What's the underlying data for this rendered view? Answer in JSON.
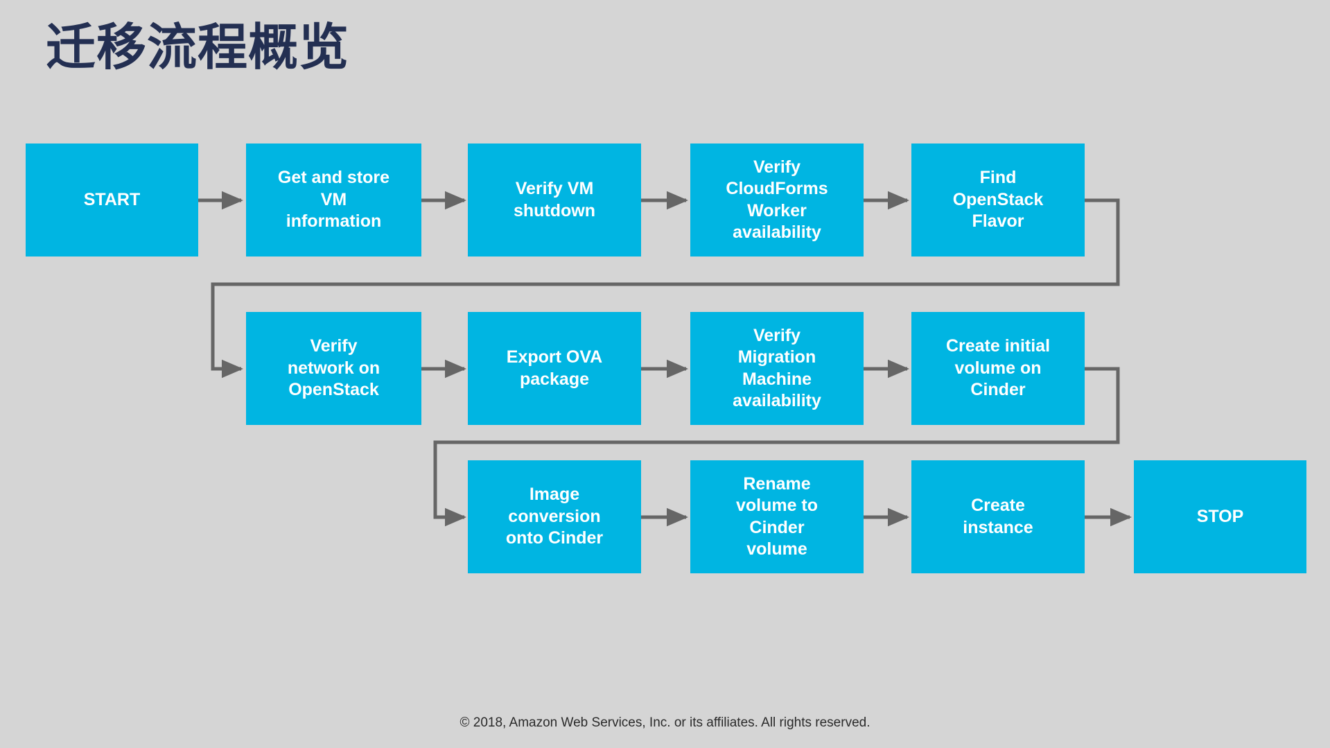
{
  "slide": {
    "title": "迁移流程概览",
    "background_color": "#d5d5d5",
    "title_color": "#232f52",
    "node_color": "#00b5e2",
    "node_text_color": "#ffffff",
    "connector_color": "#666666",
    "footer": "© 2018, Amazon Web Services, Inc. or its affiliates. All rights reserved."
  },
  "chart_data": {
    "type": "diagram",
    "title": "迁移流程概览",
    "diagram_kind": "flowchart",
    "flow_direction": "serpentine left-to-right, three rows",
    "nodes": [
      {
        "id": "n1",
        "label": "START",
        "row": 1,
        "col": 1
      },
      {
        "id": "n2",
        "label": "Get and store\nVM\ninformation",
        "row": 1,
        "col": 2
      },
      {
        "id": "n3",
        "label": "Verify VM\nshutdown",
        "row": 1,
        "col": 3
      },
      {
        "id": "n4",
        "label": "Verify\nCloudForms\nWorker\navailability",
        "row": 1,
        "col": 4
      },
      {
        "id": "n5",
        "label": "Find\nOpenStack\nFlavor",
        "row": 1,
        "col": 5
      },
      {
        "id": "n6",
        "label": "Verify\nnetwork on\nOpenStack",
        "row": 2,
        "col": 2
      },
      {
        "id": "n7",
        "label": "Export OVA\npackage",
        "row": 2,
        "col": 3
      },
      {
        "id": "n8",
        "label": "Verify\nMigration\nMachine\navailability",
        "row": 2,
        "col": 4
      },
      {
        "id": "n9",
        "label": "Create initial\nvolume on\nCinder",
        "row": 2,
        "col": 5
      },
      {
        "id": "n10",
        "label": "Image\nconversion\nonto Cinder",
        "row": 3,
        "col": 3
      },
      {
        "id": "n11",
        "label": "Rename\nvolume to\nCinder\nvolume",
        "row": 3,
        "col": 4
      },
      {
        "id": "n12",
        "label": "Create\ninstance",
        "row": 3,
        "col": 5
      },
      {
        "id": "n13",
        "label": "STOP",
        "row": 3,
        "col": 6
      }
    ],
    "edges": [
      {
        "from": "n1",
        "to": "n2",
        "style": "straight-arrow"
      },
      {
        "from": "n2",
        "to": "n3",
        "style": "straight-arrow"
      },
      {
        "from": "n3",
        "to": "n4",
        "style": "straight-arrow"
      },
      {
        "from": "n4",
        "to": "n5",
        "style": "straight-arrow"
      },
      {
        "from": "n5",
        "to": "n6",
        "style": "elbow-wrap-arrow"
      },
      {
        "from": "n6",
        "to": "n7",
        "style": "straight-arrow"
      },
      {
        "from": "n7",
        "to": "n8",
        "style": "straight-arrow"
      },
      {
        "from": "n8",
        "to": "n9",
        "style": "straight-arrow"
      },
      {
        "from": "n9",
        "to": "n10",
        "style": "elbow-wrap-arrow"
      },
      {
        "from": "n10",
        "to": "n11",
        "style": "straight-arrow"
      },
      {
        "from": "n11",
        "to": "n12",
        "style": "straight-arrow"
      },
      {
        "from": "n12",
        "to": "n13",
        "style": "straight-arrow"
      }
    ]
  },
  "nodes": {
    "n1": {
      "label": "START"
    },
    "n2": {
      "label": "Get and store\nVM\ninformation"
    },
    "n3": {
      "label": "Verify VM\nshutdown"
    },
    "n4": {
      "label": "Verify\nCloudForms\nWorker\navailability"
    },
    "n5": {
      "label": "Find\nOpenStack\nFlavor"
    },
    "n6": {
      "label": "Verify\nnetwork on\nOpenStack"
    },
    "n7": {
      "label": "Export OVA\npackage"
    },
    "n8": {
      "label": "Verify\nMigration\nMachine\navailability"
    },
    "n9": {
      "label": "Create initial\nvolume on\nCinder"
    },
    "n10": {
      "label": "Image\nconversion\nonto Cinder"
    },
    "n11": {
      "label": "Rename\nvolume to\nCinder\nvolume"
    },
    "n12": {
      "label": "Create\ninstance"
    },
    "n13": {
      "label": "STOP"
    }
  }
}
